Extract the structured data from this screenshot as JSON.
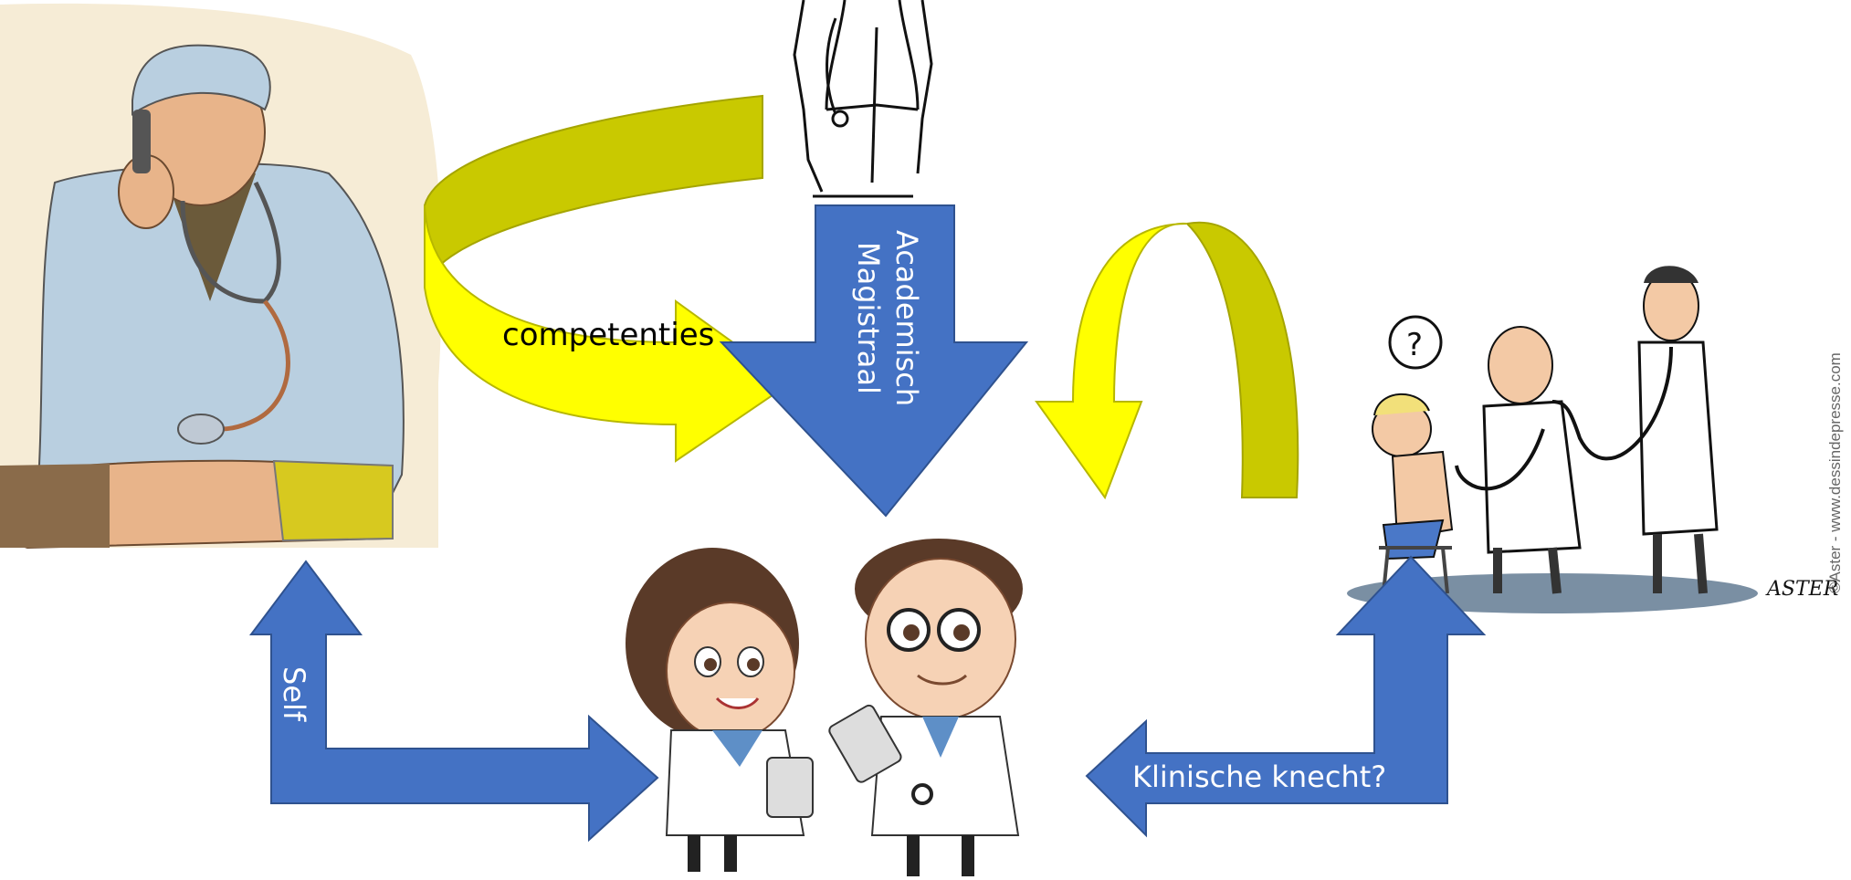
{
  "labels": {
    "competenties": "competenties",
    "academisch": "Academisch",
    "magistraal": "Magistraal",
    "self": "Self",
    "klinische_knecht": "Klinische knecht?"
  },
  "watermark": {
    "credit": "©Aster - www.dessindepresse.com",
    "signature": "ASTER"
  },
  "colors": {
    "arrow_blue": "#4472c4",
    "arrow_yellow": "#ffff00",
    "arrow_olive": "#c9c900",
    "label_white": "#ffffff",
    "label_black": "#000000"
  },
  "icons": [
    "doctor-phone-blood-pressure-illustration",
    "doctor-coat-stethoscope-sketch",
    "student-doctors-illustration",
    "doctors-examining-boy-cartoon"
  ]
}
